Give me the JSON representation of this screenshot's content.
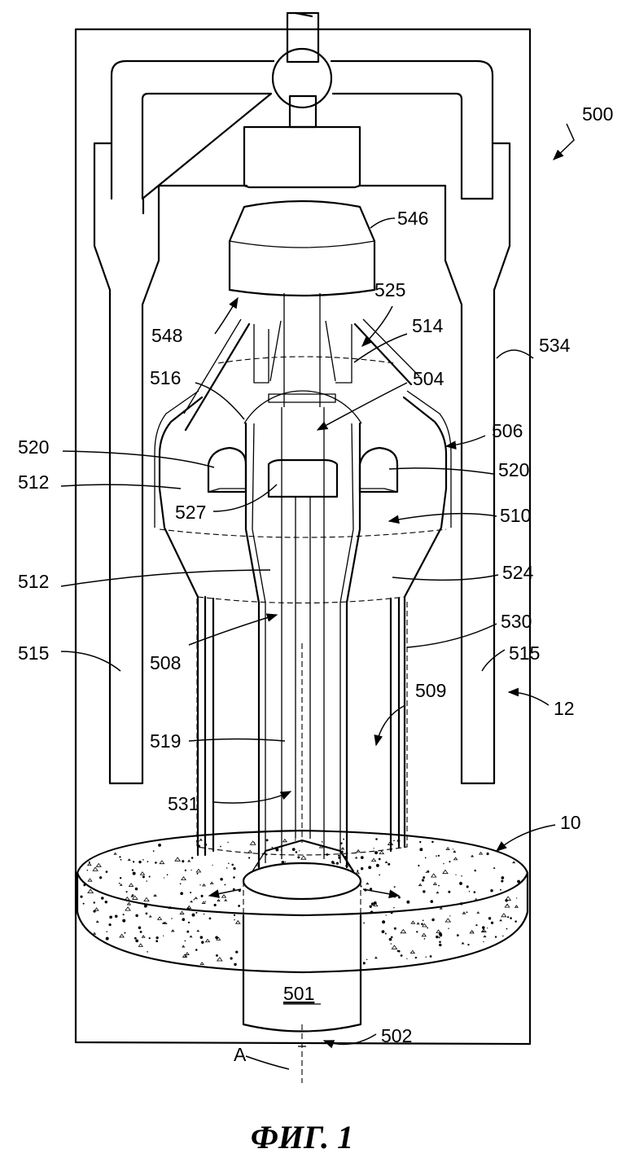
{
  "caption": "ФИГ. 1",
  "labels": {
    "l500": "500",
    "l546": "546",
    "l525": "525",
    "l548": "548",
    "l514": "514",
    "l534": "534",
    "l516": "516",
    "l504": "504",
    "l506": "506",
    "l520a": "520",
    "l520b": "520",
    "l512a": "512",
    "l512b": "512",
    "l527": "527",
    "l510": "510",
    "l524": "524",
    "l530": "530",
    "l515a": "515",
    "l515b": "515",
    "l508": "508",
    "l12": "12",
    "l509": "509",
    "l519": "519",
    "l531": "531",
    "l10": "10",
    "l501": "501",
    "l502": "502",
    "lA": "A"
  },
  "colors": {
    "line": "#000000",
    "background": "#ffffff"
  }
}
